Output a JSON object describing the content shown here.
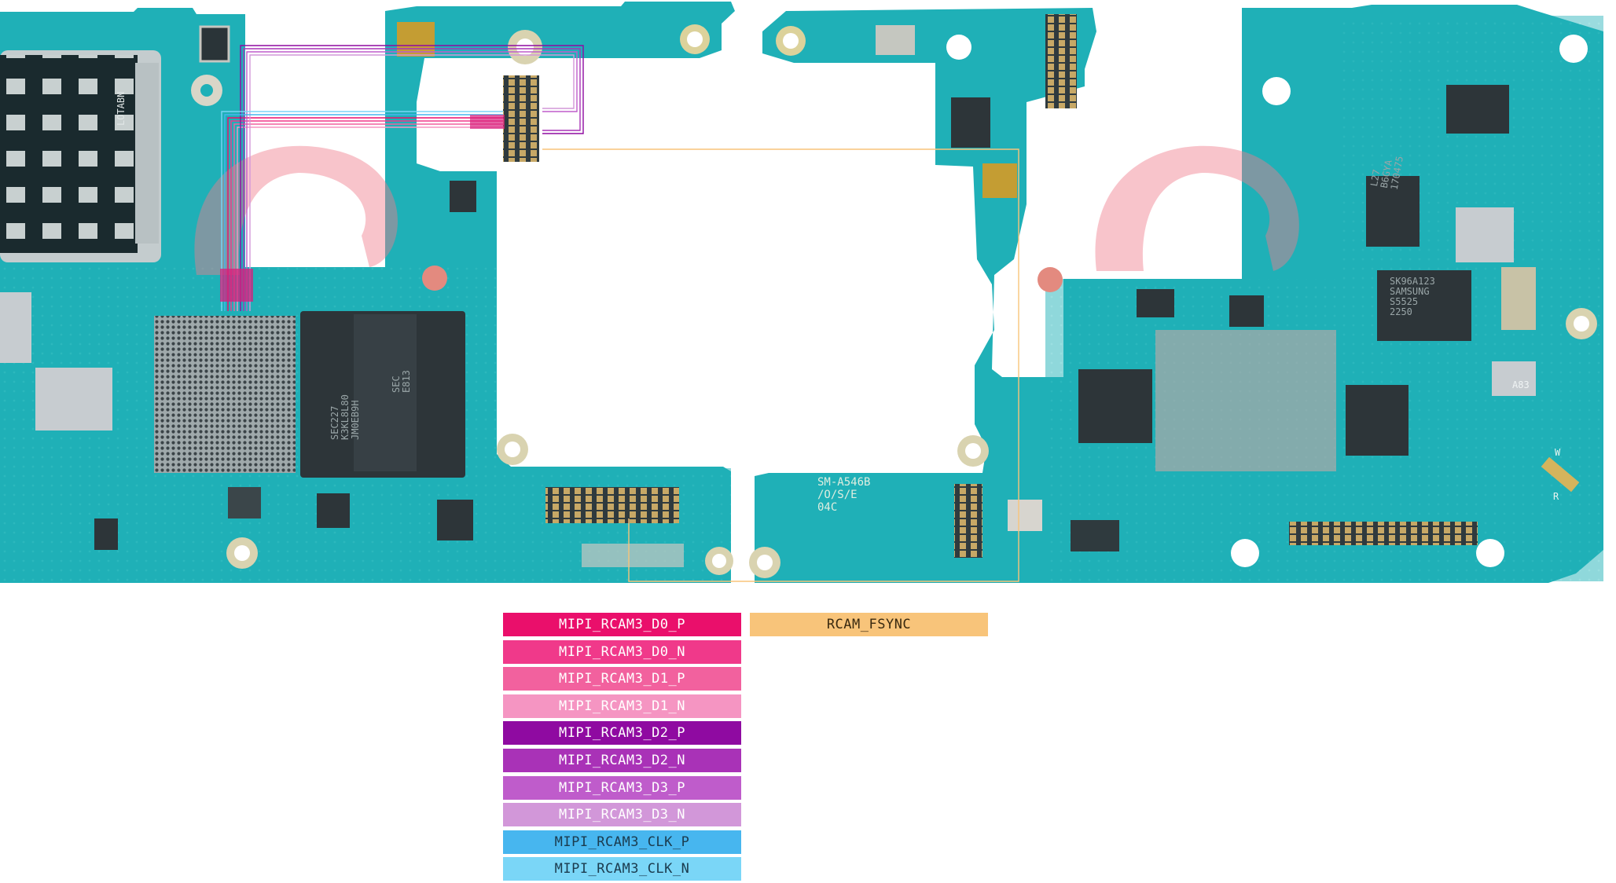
{
  "board_left_marking": "SM-A546B\n/O/S/E\n04C",
  "chip_labels": {
    "sk_memory": "SK96A123\nSAMSUNG\nS5525\n2250",
    "l27": "L27\nB6GYA\n170475",
    "sec_cpu": "SEC227\nK3KL8L80\nJM0EB9H",
    "a83": "A83",
    "sec_u": "SEC\nE813",
    "sim": "LOTABN"
  },
  "side_letters": {
    "w": "W",
    "r": "R"
  },
  "legend": {
    "items": [
      {
        "label": "MIPI_RCAM3_D0_P",
        "color": "#ea0f6b",
        "text_dark": false
      },
      {
        "label": "MIPI_RCAM3_D0_N",
        "color": "#f0398a",
        "text_dark": false
      },
      {
        "label": "MIPI_RCAM3_D1_P",
        "color": "#f2619e",
        "text_dark": false
      },
      {
        "label": "MIPI_RCAM3_D1_N",
        "color": "#f595c2",
        "text_dark": false
      },
      {
        "label": "MIPI_RCAM3_D2_P",
        "color": "#8f0aa1",
        "text_dark": false
      },
      {
        "label": "MIPI_RCAM3_D2_N",
        "color": "#a932b7",
        "text_dark": false
      },
      {
        "label": "MIPI_RCAM3_D3_P",
        "color": "#bf5ccb",
        "text_dark": false
      },
      {
        "label": "MIPI_RCAM3_D3_N",
        "color": "#d297d9",
        "text_dark": false
      },
      {
        "label": "MIPI_RCAM3_CLK_P",
        "color": "#47b6ef",
        "text_dark": true
      },
      {
        "label": "MIPI_RCAM3_CLK_N",
        "color": "#7ad6f7",
        "text_dark": true
      }
    ],
    "fsync": {
      "label": "RCAM_FSYNC",
      "color": "#f8c47a"
    }
  },
  "colors": {
    "pcb": "#1fb0b7",
    "pcb_dark": "#17939b",
    "chip": "#2e3a40",
    "pad": "#c9c9c2",
    "watermark": "#ee8a9a"
  }
}
